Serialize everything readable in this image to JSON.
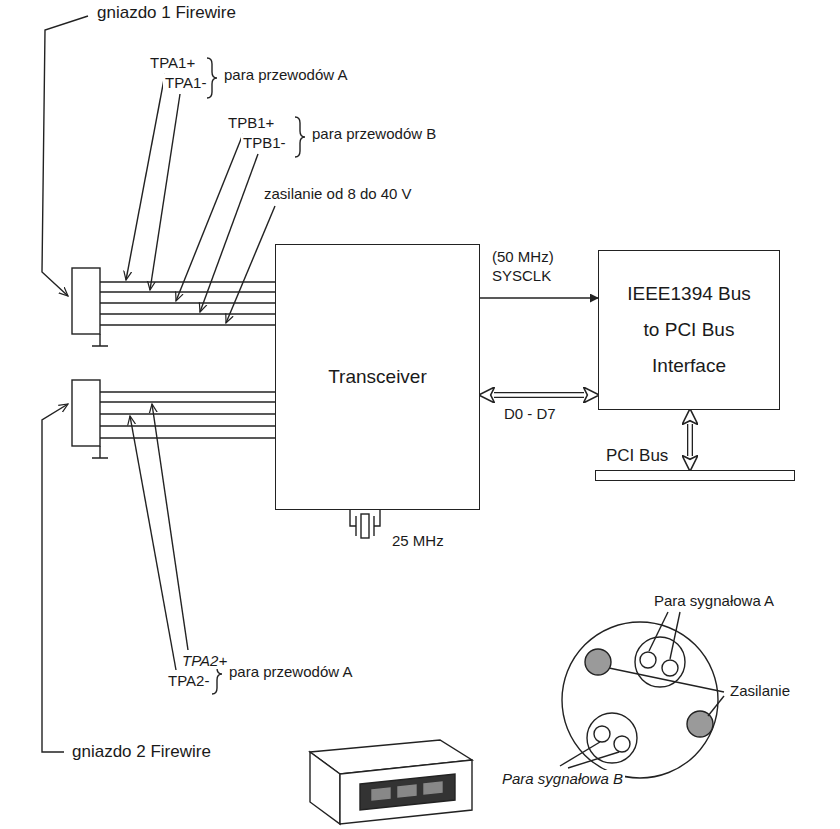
{
  "diagram": {
    "nodes": [
      {
        "text": [
          "Transceiver"
        ]
      },
      {
        "text": [
          "IEEE1394 Bus to PCI Bus Interface"
        ]
      },
      {
        "text": [
          "PCI Bus"
        ]
      }
    ],
    "edges": [
      {
        "from": 0,
        "to": 1,
        "arrow": "to",
        "label": "(50 MHz) SYSCLK"
      },
      {
        "from": 0,
        "to": 1,
        "arrow": "both",
        "label": "D0 - D7"
      },
      {
        "from": 1,
        "to": 2,
        "arrow": "both"
      }
    ],
    "labels": [
      "gniazdo 1 Firewire",
      "TPA1+",
      "TPA1-",
      "para przewodów A",
      "TPB1+",
      "TPB1-",
      "para przewodów B",
      "zasilanie od 8 do 40 V",
      "25 MHz",
      "TPA2+",
      "TPA2-",
      "para przewodów A",
      "gniazdo 2 Firewire",
      "Para sygnałowa A",
      "Zasilanie",
      "Para sygnałowa B"
    ]
  }
}
